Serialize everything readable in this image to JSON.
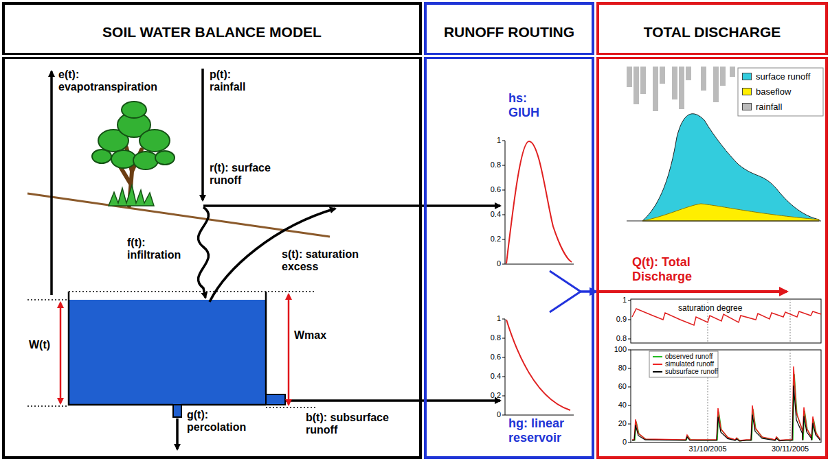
{
  "diagram": {
    "nodes": [
      {
        "text": [
          "SOIL WATER BALANCE MODEL"
        ]
      },
      {
        "text": [
          "RUNOFF ROUTING"
        ]
      },
      {
        "text": [
          "TOTAL DISCHARGE"
        ]
      },
      {
        "text": [
          "hs: GIUH"
        ],
        "in": 1
      },
      {
        "text": [
          "hg: linear reservoir"
        ],
        "in": 1
      }
    ],
    "edges": [
      {
        "from": 3,
        "to": 2,
        "arrow": "to"
      },
      {
        "from": 4,
        "to": 2,
        "arrow": "to"
      }
    ],
    "labels": [
      "e(t): evapotranspiration",
      "p(t): rainfall",
      "r(t): surface runoff",
      "f(t): infiltration",
      "s(t): saturation excess",
      "W(t)",
      "Wmax",
      "b(t): subsurface runoff",
      "g(t): percolation",
      "1",
      "0.8",
      "0.6",
      "0.4",
      "0.2",
      "0",
      "1",
      "0.8",
      "0.6",
      "0.4",
      "0.2",
      "0",
      "Q(t): Total Discharge",
      "saturation degree",
      "1",
      "0.9",
      "0.8",
      "100",
      "80",
      "60",
      "40",
      "20",
      "0",
      "31/10/2005",
      "30/11/2005"
    ],
    "legend": [
      {
        "text": "surface runoff",
        "color": "#33ccdd"
      },
      {
        "text": "baseflow",
        "color": "#ffee00"
      },
      {
        "text": "rainfall",
        "color": "#bbbbbb"
      },
      {
        "text": "observed runoff"
      },
      {
        "text": "simulated runoff"
      },
      {
        "text": "subsurface runoff"
      }
    ]
  }
}
